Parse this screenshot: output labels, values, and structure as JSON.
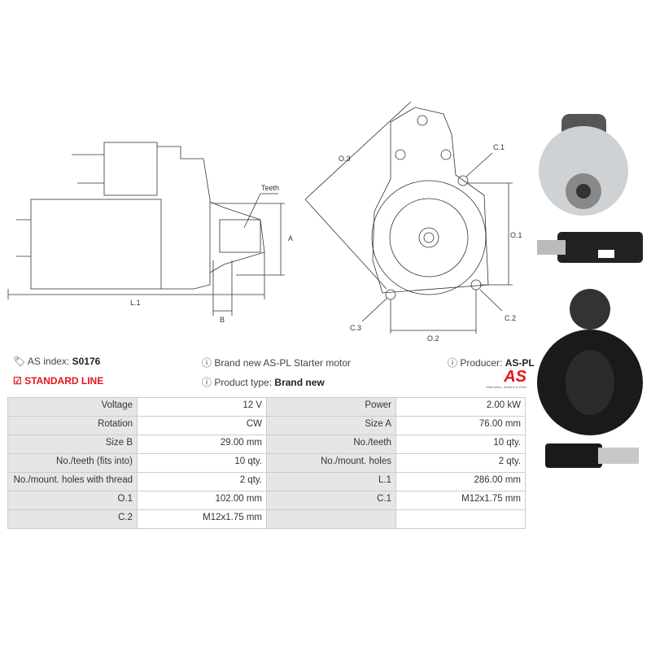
{
  "drawing_labels": {
    "teeth": "Teeth",
    "a": "A",
    "b": "B",
    "l1": "L.1",
    "o3": "O.3",
    "c1": "C.1",
    "o1": "O.1",
    "c2": "C.2",
    "c3": "C.3",
    "o2": "O.2"
  },
  "header": {
    "as_index_label": "AS index:",
    "as_index": "S0176",
    "description": "Brand new AS-PL Starter motor",
    "producer_label": "Producer:",
    "producer": "AS-PL",
    "line": "STANDARD LINE",
    "product_type_label": "Product type:",
    "product_type": "Brand new",
    "logo_text": "AS",
    "logo_tagline": "Alternators, Starters & Parts"
  },
  "colors": {
    "accent": "#e3161b"
  },
  "specs": [
    [
      "Voltage",
      "12 V",
      "Power",
      "2.00 kW"
    ],
    [
      "Rotation",
      "CW",
      "Size A",
      "76.00 mm"
    ],
    [
      "Size B",
      "29.00 mm",
      "No./teeth",
      "10 qty."
    ],
    [
      "No./teeth (fits into)",
      "10 qty.",
      "No./mount. holes",
      "2 qty."
    ],
    [
      "No./mount. holes with thread",
      "2 qty.",
      "L.1",
      "286.00 mm"
    ],
    [
      "O.1",
      "102.00 mm",
      "C.1",
      "M12x1.75 mm"
    ],
    [
      "C.2",
      "M12x1.75 mm",
      "",
      ""
    ]
  ]
}
